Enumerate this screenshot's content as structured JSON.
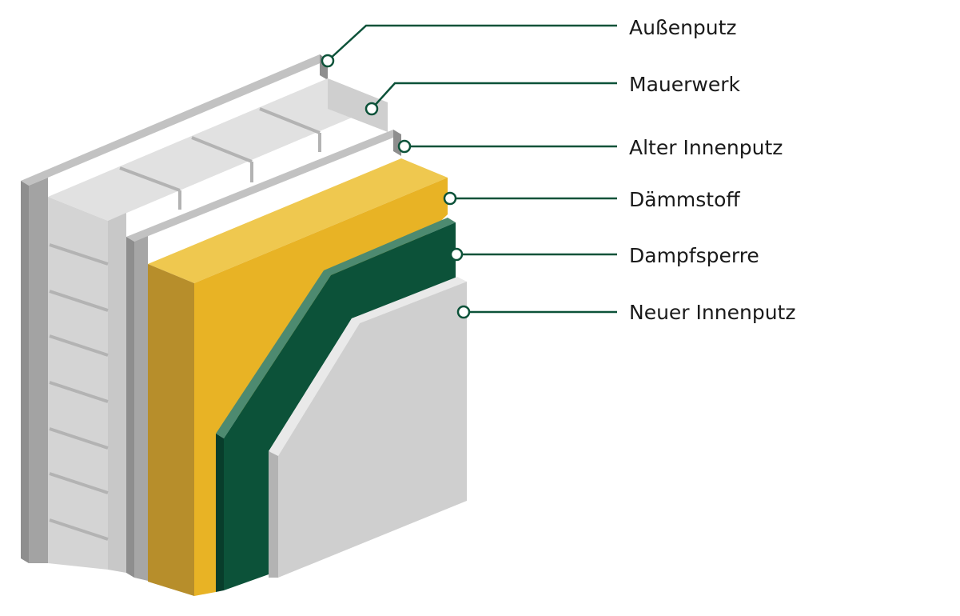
{
  "colors": {
    "line": "#0c5239",
    "plaster_outer": "#a3a3a3",
    "masonry": "#d6d6d6",
    "old_inner_plaster": "#a6a6a6",
    "insulation": "#e8b325",
    "vapor_barrier": "#0c5239",
    "new_inner_plaster": "#cfcfcf"
  },
  "layers": [
    {
      "label": "Außenputz",
      "icon": "plaster-outer-layer"
    },
    {
      "label": "Mauerwerk",
      "icon": "masonry-layer"
    },
    {
      "label": "Alter Innenputz",
      "icon": "old-inner-plaster-layer"
    },
    {
      "label": "Dämmstoff",
      "icon": "insulation-layer"
    },
    {
      "label": "Dampfsperre",
      "icon": "vapor-barrier-layer"
    },
    {
      "label": "Neuer Innenputz",
      "icon": "new-inner-plaster-layer"
    }
  ]
}
